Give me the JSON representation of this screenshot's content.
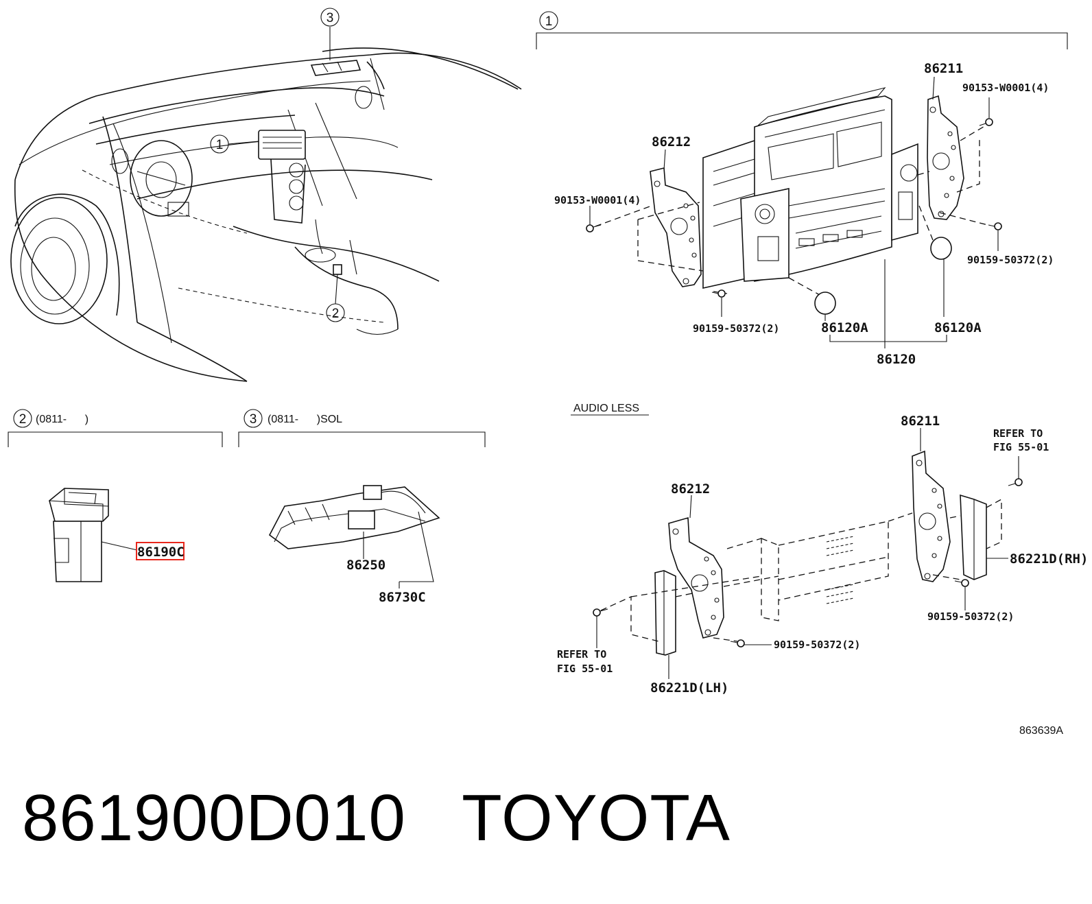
{
  "sections": {
    "main": {
      "callout": "1"
    },
    "switch": {
      "callout": "2",
      "range": "(0811-      )"
    },
    "lamp": {
      "callout": "3",
      "range": "(0811-      )SOL"
    },
    "audio_less": {
      "label": "AUDIO LESS"
    }
  },
  "car_callouts": [
    "3",
    "1",
    "2"
  ],
  "parts_main": {
    "bracket_rh": "86211",
    "bolt_top": "90153-W0001(4)",
    "bracket_lh": "86212",
    "bolt_left": "90153-W0001(4)",
    "screw_rh": "90159-50372(2)",
    "screw_lh": "90159-50372(2)",
    "knob_left": "86120A",
    "knob_right": "86120A",
    "radio": "86120"
  },
  "parts_switch": {
    "switch": "86190C"
  },
  "parts_lamp": {
    "lamp": "86250",
    "wire": "86730C"
  },
  "parts_audio_less": {
    "bracket_rh": "86211",
    "bracket_lh": "86212",
    "refer_rh_1": "REFER TO",
    "refer_rh_2": "FIG 55-01",
    "refer_lh_1": "REFER TO",
    "refer_lh_2": "FIG 55-01",
    "panel_rh": "86221D(RH)",
    "panel_lh": "86221D(LH)",
    "screw_rh": "90159-50372(2)",
    "screw_lh": "90159-50372(2)"
  },
  "figure_code": "863639A",
  "product": {
    "part_number": "861900D010",
    "brand": "TOYOTA"
  },
  "colors": {
    "highlight": "#e8261b",
    "ink": "#111111"
  }
}
